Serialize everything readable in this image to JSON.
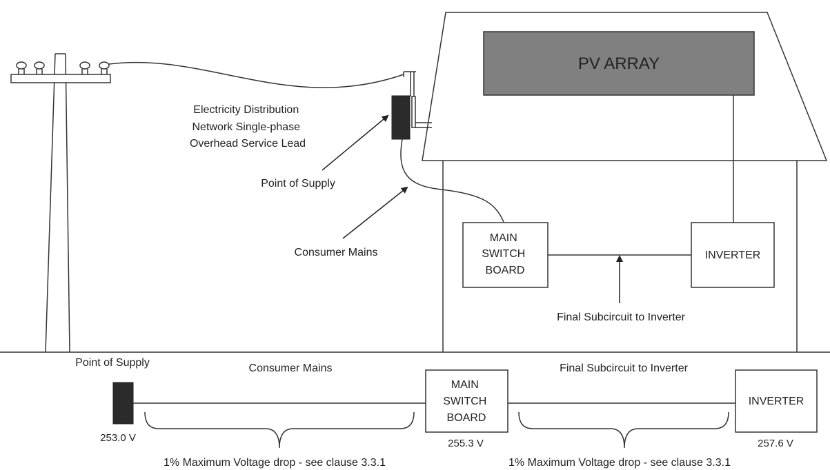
{
  "labels": {
    "pv_array": "PV ARRAY",
    "overhead_lead": [
      "Electricity Distribution",
      "Network Single-phase",
      "Overhead Service Lead"
    ],
    "point_of_supply_top": "Point of Supply",
    "consumer_mains_top": "Consumer Mains",
    "main_switch_board_top": [
      "MAIN",
      "SWITCH",
      "BOARD"
    ],
    "inverter_top": "INVERTER",
    "final_subcircuit_top": "Final Subcircuit to Inverter",
    "point_of_supply_bottom": "Point of Supply",
    "consumer_mains_bottom": "Consumer Mains",
    "final_subcircuit_bottom": "Final Subcircuit to Inverter",
    "main_switch_board_bottom": [
      "MAIN",
      "SWITCH",
      "BOARD"
    ],
    "inverter_bottom": "INVERTER"
  },
  "voltages": {
    "point_of_supply": "253.0 V",
    "main_switch_board": "255.3 V",
    "inverter": "257.6 V"
  },
  "voltage_drop_notes": {
    "consumer_mains": "1% Maximum Voltage drop - see clause 3.3.1",
    "final_subcircuit": "1% Maximum Voltage drop - see clause 3.3.1"
  },
  "colors": {
    "line": "#333333",
    "pv_fill": "#808080",
    "meter_fill": "#2b2b2b"
  }
}
